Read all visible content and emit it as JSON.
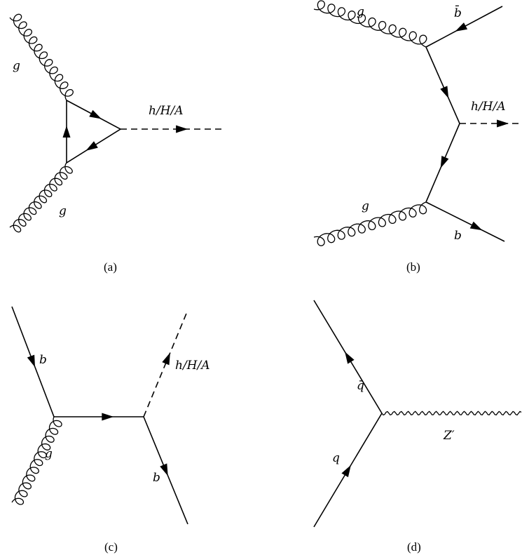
{
  "panel_a": {
    "caption": "(a)",
    "label_gluon_top": "g",
    "label_gluon_bottom": "g",
    "label_higgs": "h/H/A"
  },
  "panel_b": {
    "caption": "(b)",
    "label_gluon_top": "g",
    "label_antiquark": "b̄",
    "label_higgs": "h/H/A",
    "label_gluon_bottom": "g",
    "label_quark": "b"
  },
  "panel_c": {
    "caption": "(c)",
    "label_quark_in": "b",
    "label_gluon": "g",
    "label_higgs": "h/H/A",
    "label_quark_out": "b"
  },
  "panel_d": {
    "caption": "(d)",
    "label_antiquark": "q̄",
    "label_quark": "q",
    "label_boson": "Z′"
  }
}
